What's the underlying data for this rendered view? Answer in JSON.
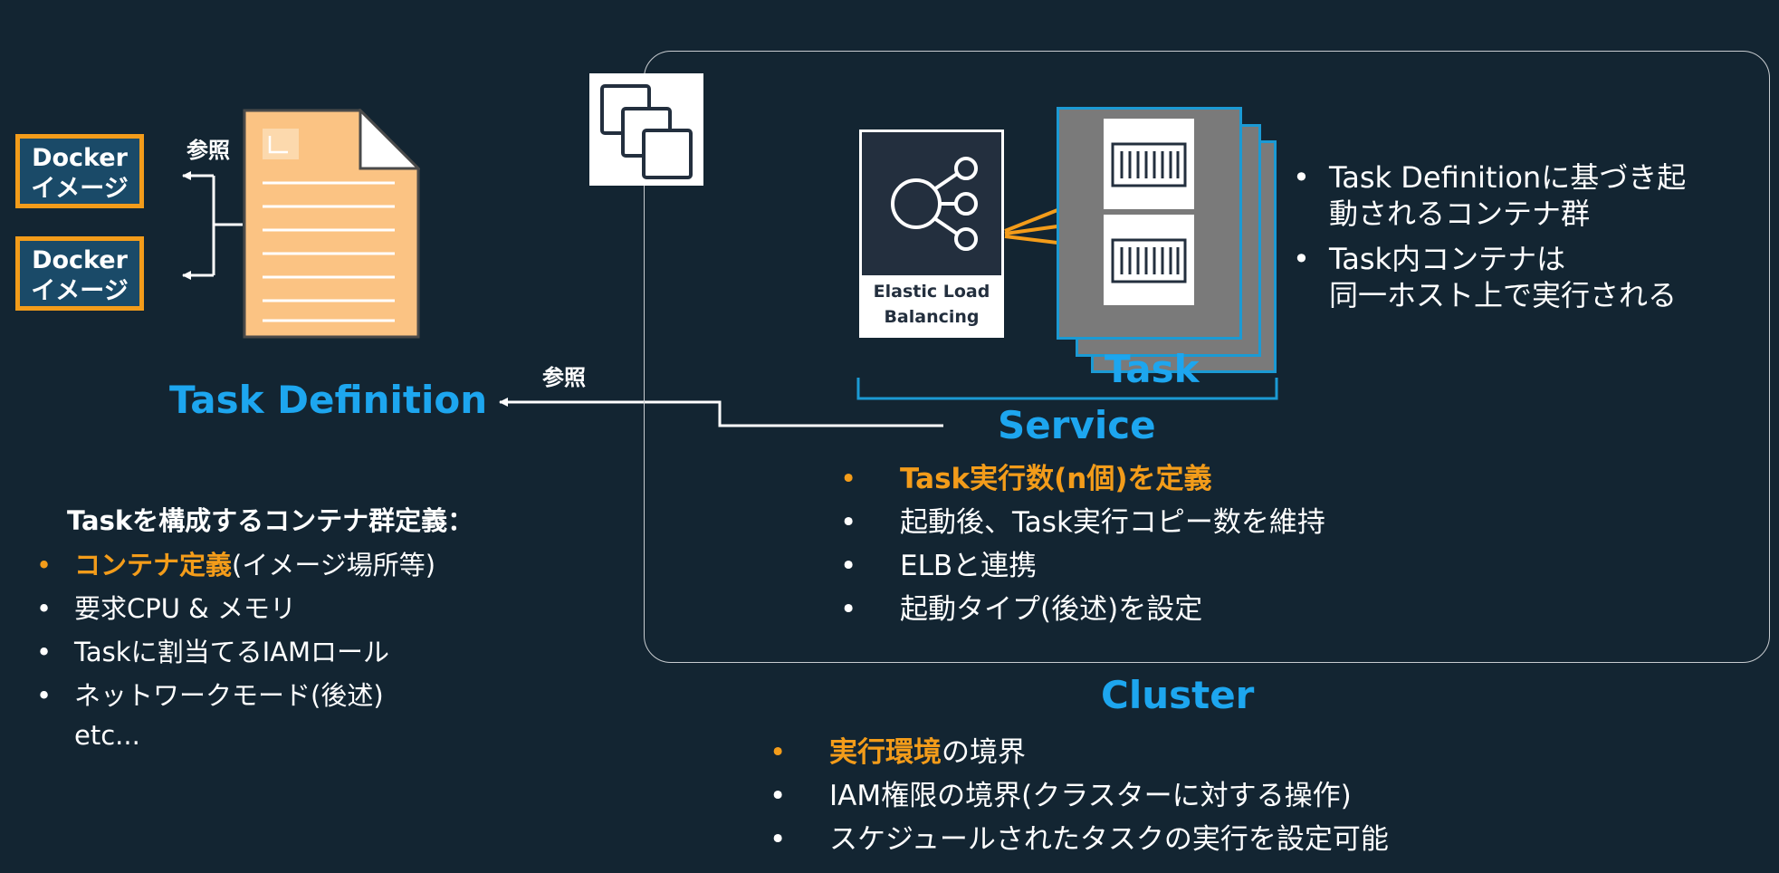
{
  "docker_images": [
    {
      "line1": "Docker",
      "line2": "イメージ"
    },
    {
      "line1": "Docker",
      "line2": "イメージ"
    }
  ],
  "ref_label_top": "参照",
  "ref_label_mid": "参照",
  "task_definition": {
    "title": "Task Definition",
    "heading": "Taskを構成するコンテナ群定義：",
    "items": [
      {
        "highlight": "コンテナ定義",
        "rest": "(イメージ場所等)"
      },
      {
        "highlight": "",
        "rest": "要求CPU & メモリ"
      },
      {
        "highlight": "",
        "rest": "Taskに割当てるIAMロール"
      },
      {
        "highlight": "",
        "rest": "ネットワークモード(後述)"
      }
    ],
    "etc": "etc..."
  },
  "elb": {
    "line1": "Elastic Load",
    "line2": "Balancing"
  },
  "task": {
    "title": "Task",
    "notes": [
      {
        "line1": "Task Definitionに基づき起",
        "line2": "動されるコンテナ群"
      },
      {
        "line1": "Task内コンテナは",
        "line2": "同一ホスト上で実行される"
      }
    ]
  },
  "service": {
    "title": "Service",
    "items": [
      {
        "text": "Task実行数(n個)を定義",
        "highlight": true
      },
      {
        "text": "起動後、Task実行コピー数を維持",
        "highlight": false
      },
      {
        "text": "ELBと連携",
        "highlight": false
      },
      {
        "text": "起動タイプ(後述)を設定",
        "highlight": false
      }
    ]
  },
  "cluster": {
    "title": "Cluster",
    "items": [
      {
        "highlight": "実行環境",
        "rest": "の境界"
      },
      {
        "highlight": "",
        "rest": "IAM権限の境界(クラスターに対する操作)"
      },
      {
        "highlight": "",
        "rest": "スケジュールされたタスクの実行を設定可能"
      }
    ]
  },
  "colors": {
    "background": "#132532",
    "accent_blue": "#1da6ef",
    "accent_orange": "#f39c1a",
    "document": "#fbc383",
    "task_border": "#1b9ad4"
  },
  "icons": [
    "cluster-icon",
    "document-icon",
    "elb-icon",
    "container-icon"
  ]
}
